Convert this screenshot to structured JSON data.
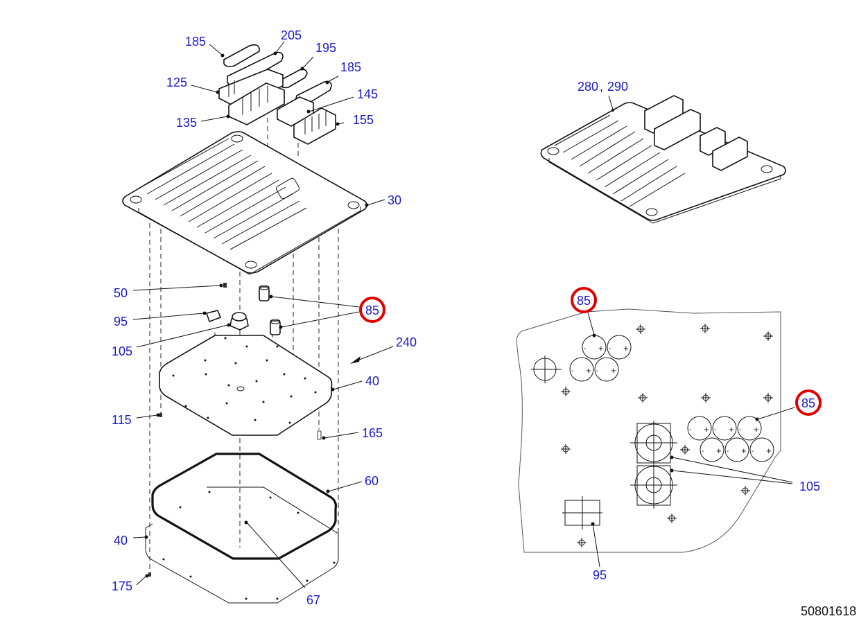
{
  "drawing_number": "50801618",
  "colors": {
    "callout_text": "#1a1acc",
    "highlight_ring": "#e00000",
    "line": "#111111"
  },
  "exploded_view": {
    "callouts": {
      "c185a": "185",
      "c205": "205",
      "c195": "195",
      "c185b": "185",
      "c125": "125",
      "c145": "145",
      "c135": "135",
      "c155": "155",
      "c30": "30",
      "c50": "50",
      "c85": "85",
      "c95": "95",
      "c105": "105",
      "c240": "240",
      "c40a": "40",
      "c115": "115",
      "c165": "165",
      "c60": "60",
      "c40b": "40",
      "c175": "175",
      "c67": "67"
    }
  },
  "assembled_view": {
    "callout_a": "280",
    "separator": ",",
    "callout_b": "290"
  },
  "board_layout_view": {
    "callouts": {
      "c85a": "85",
      "c85b": "85",
      "c105": "105",
      "c95": "95"
    },
    "capacitor_minus": "-",
    "capacitor_plus": "+"
  },
  "highlighted_parts": [
    "85"
  ]
}
